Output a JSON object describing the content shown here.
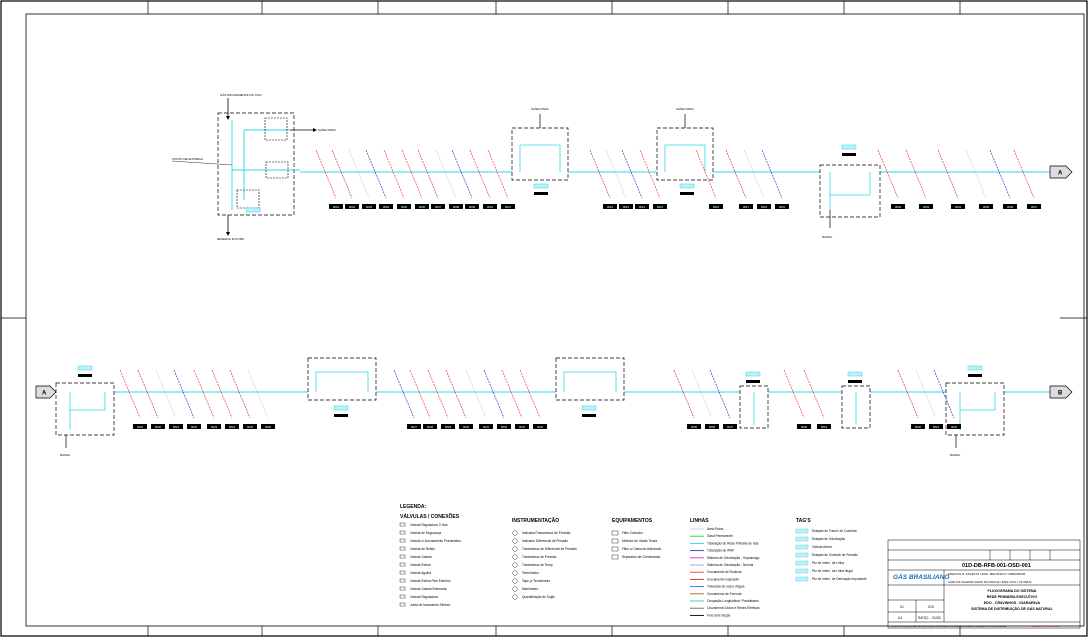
{
  "diagram": {
    "line_color": "#2fd7e6",
    "connector_a": "A",
    "connector_b": "B",
    "row1_ids": [
      "0001",
      "0002",
      "0003",
      "0004",
      "0005",
      "0006",
      "0007",
      "0008",
      "0009",
      "0010",
      "0011",
      "0012",
      "0013",
      "0014",
      "0015",
      "0016",
      "0017",
      "0018"
    ],
    "row2_ids": [
      "0019",
      "0020",
      "0021",
      "0022",
      "0023",
      "0024",
      "0025",
      "0026",
      "0027",
      "0028",
      "0029",
      "0030",
      "0031",
      "0032",
      "0033",
      "0034",
      "0035",
      "0036",
      "0037",
      "0038"
    ]
  },
  "legend": {
    "title": "LEGENDA:",
    "valves_title": "VÁLVULAS / CONEXÕES",
    "valves": [
      "Válvula Reguladora 3 Vias",
      "Válvula de Segurança",
      "Válvula c/ Acionamento Pneumático",
      "Válvula de Retido",
      "Válvula Gaveta",
      "Válvula Esfera",
      "Válvula Agulha",
      "Válvula Esfera Plan Extremo",
      "Válvula Gaveta Enterrada",
      "Válvula Reguladora",
      "Junta de Isolamento Elétrico"
    ],
    "instr_title": "INSTRUMENTAÇÃO",
    "instr": [
      "Indicador/Transmissor de Pressão",
      "Indicador Diferencial de Pressão",
      "Transmissor de Diferencial de Pressão",
      "Transmissor de Pressão",
      "Transmissor de Temp.",
      "Termômetro",
      "Tape p/ Termômetro",
      "Manômetro",
      "Quantificação de Sujão"
    ],
    "equip_title": "EQUIPAMENTOS",
    "equip": [
      "Filtro Cartucho",
      "Medidor de Vazão Tensa",
      "Filtro c/ Cartucho Adensado",
      "Separador de Condensado"
    ],
    "lines_title": "LINHAS",
    "lines": [
      {
        "label": "Área Fixina",
        "color": "#cccccc"
      },
      {
        "label": "Gásd Permanente",
        "color": "#33cc33"
      },
      {
        "label": "Tubulação de Rede Primária de Gás",
        "color": "#2fd7e6"
      },
      {
        "label": "Tubulação de IPAP",
        "color": "#3333cc"
      },
      {
        "label": "Sistema de Odorização - Sopramago",
        "color": "#cc33cc"
      },
      {
        "label": "Sistema de Odorização - Normal",
        "color": "#9999ff"
      },
      {
        "label": "Cruzamento de Rodovia",
        "color": "#ff3333"
      },
      {
        "label": "Cruzamento Gasoduto",
        "color": "#cc3333"
      },
      {
        "label": "Travessia de corpo d'água",
        "color": "#3366ff"
      },
      {
        "label": "Cruzamento de Ferrovia",
        "color": "#996633"
      },
      {
        "label": "Ocupação Longitudinal / Paralelismo",
        "color": "#33cc99"
      },
      {
        "label": "Cruzamento Dutos e Redes Elétricas",
        "color": "#666666"
      },
      {
        "label": "Furo sem Seção",
        "color": "#000000"
      }
    ],
    "tags_title": "TAG'S",
    "tags": [
      "Estação de Transf. de Custódia",
      "Estação de Odorização",
      "Válvula Aérea",
      "Estação de Controle de Pressão",
      "Pto de Interc. de Linha",
      "Pto de Interc. da Linha Ilegal",
      "Pto de Interc. de Derivação Importante"
    ]
  },
  "title_block": {
    "company": "GÁS BRASILIANO",
    "doc_number": "01D-DB-RFB-001-OSD-001",
    "responsible": "MARCOS R. ASCETTA / ENG. MECÂNICO / 0682150205",
    "title1": "FLUXOGRAMA DO SISTEMA",
    "title2": "REDE PRIMÁRIA EXECUTIVO",
    "title3": "EDO - CRAVINHOS - IGARAPAVA",
    "title4": "SISTEMA DE DISTRIBUIÇÃO DE GÁS NATURAL",
    "approver": "CARLOS VALERIO AVAIS DA ROCHA / ENG.CIVIL / 21.598-D",
    "sheet": "01",
    "sheet_total": "010",
    "scale": "S/ESC.",
    "date": "01/02",
    "format": "A1",
    "footer_note": "Este desenho é propriedade da Gás Brasiliano Distribuidora, não podendo ser usado ou divulgado sem sua autorização.",
    "footer_red": "Propriedade da Gás Brasiliano"
  },
  "labels": {
    "top_source": "GÁS PROVENIENTE DO CGS",
    "outlet_top": "SAÍDA PARA",
    "station_note": "PONTO DE ENTREGA",
    "reserve": "RESERVA FUTURO",
    "branch": "RAMAL"
  }
}
